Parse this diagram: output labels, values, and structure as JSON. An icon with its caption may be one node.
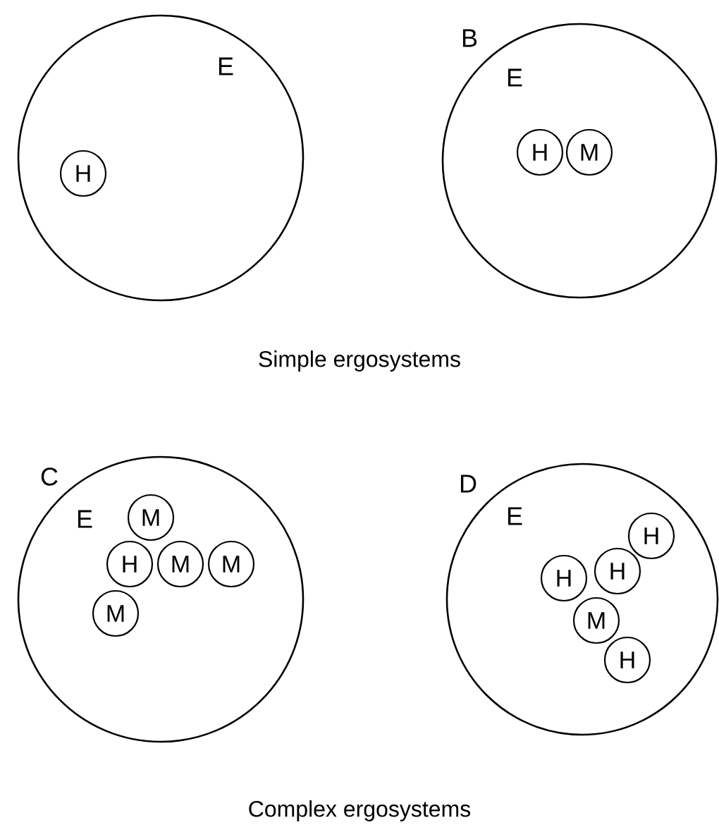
{
  "diagram": {
    "nodes": [
      {
        "text": [
          "E"
        ]
      },
      {
        "text": [
          "H"
        ],
        "in": 0
      },
      {
        "text": [
          "B",
          "E"
        ]
      },
      {
        "text": [
          "H"
        ],
        "in": 2
      },
      {
        "text": [
          "M"
        ],
        "in": 2
      },
      {
        "text": [
          "C",
          "E"
        ]
      },
      {
        "text": [
          "M"
        ],
        "in": 5
      },
      {
        "text": [
          "H"
        ],
        "in": 5
      },
      {
        "text": [
          "M"
        ],
        "in": 5
      },
      {
        "text": [
          "M"
        ],
        "in": 5
      },
      {
        "text": [
          "M"
        ],
        "in": 5
      },
      {
        "text": [
          "D",
          "E"
        ]
      },
      {
        "text": [
          "H"
        ],
        "in": 11
      },
      {
        "text": [
          "H"
        ],
        "in": 11
      },
      {
        "text": [
          "H"
        ],
        "in": 11
      },
      {
        "text": [
          "M"
        ],
        "in": 11
      },
      {
        "text": [
          "H"
        ],
        "in": 11
      }
    ],
    "labels": [
      "Simple ergosystems",
      "Complex ergosystems"
    ]
  }
}
